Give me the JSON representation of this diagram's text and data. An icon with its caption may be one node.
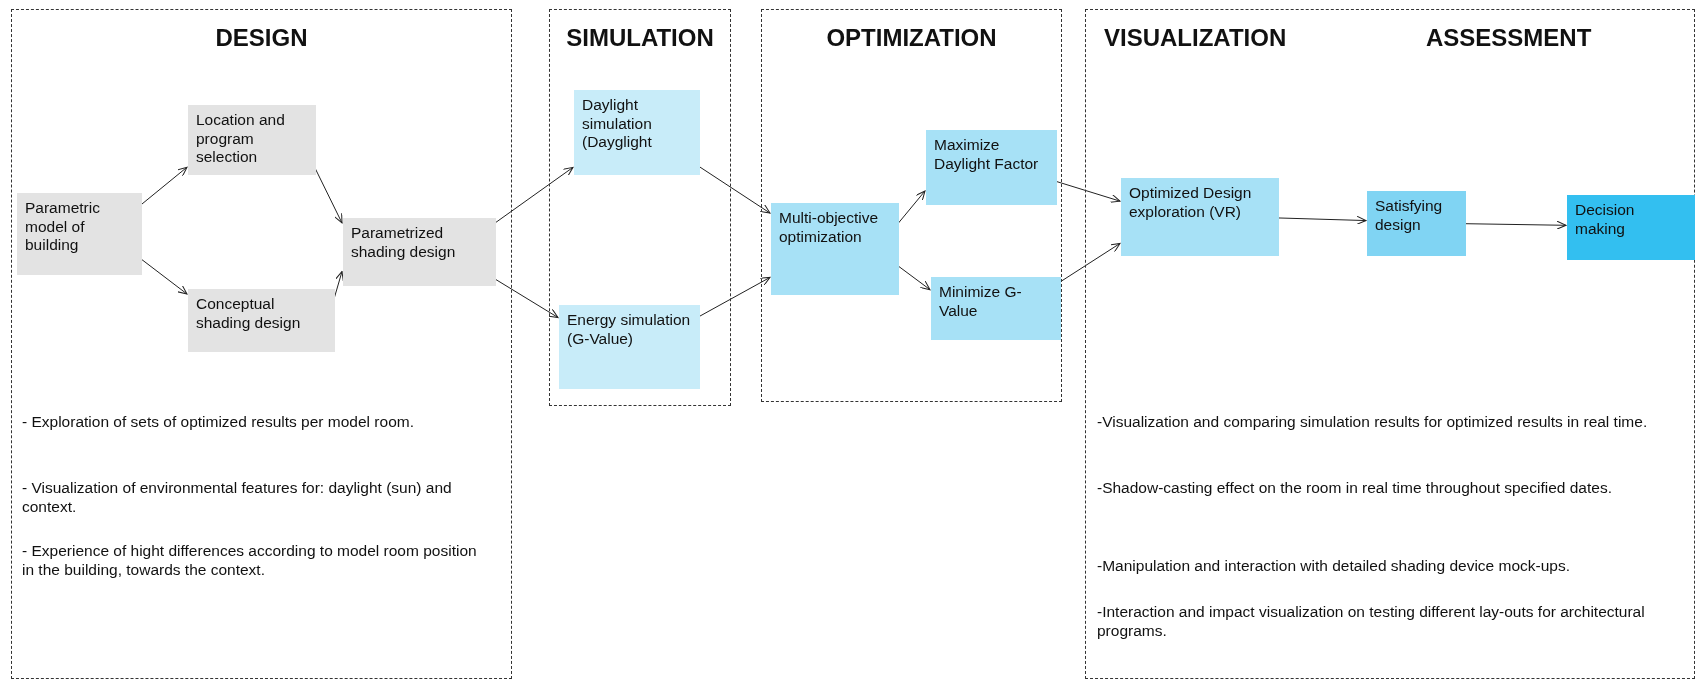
{
  "diagram": {
    "nodes": [
      {
        "text": [
          "DESIGN"
        ]
      },
      {
        "text": [
          "Parametric model of building"
        ],
        "in": 0
      },
      {
        "text": [
          "Location and program selection"
        ],
        "in": 0
      },
      {
        "text": [
          "Conceptual shading design"
        ],
        "in": 0
      },
      {
        "text": [
          "Parametrized shading design"
        ],
        "in": 0
      },
      {
        "text": [
          "SIMULATION"
        ]
      },
      {
        "text": [
          "Daylight simulation (Dayglight"
        ],
        "in": 5
      },
      {
        "text": [
          "Energy simulation (G-Value)"
        ],
        "in": 5
      },
      {
        "text": [
          "OPTIMIZATION"
        ]
      },
      {
        "text": [
          "Multi-objective optimization"
        ],
        "in": 8
      },
      {
        "text": [
          "Maximize Daylight Factor"
        ],
        "in": 8
      },
      {
        "text": [
          "Minimize G-Value"
        ],
        "in": 8
      },
      {
        "text": [
          "VISUALIZATION",
          "ASSESSMENT"
        ]
      },
      {
        "text": [
          "Optimized Design exploration (VR)"
        ],
        "in": 12
      },
      {
        "text": [
          "Satisfying design"
        ],
        "in": 12
      },
      {
        "text": [
          "Decision making"
        ],
        "in": 12
      }
    ],
    "edges": [
      {
        "from": 1,
        "to": 2,
        "arrow": "to"
      },
      {
        "from": 1,
        "to": 3,
        "arrow": "to"
      },
      {
        "from": 2,
        "to": 4,
        "arrow": "to"
      },
      {
        "from": 3,
        "to": 4,
        "arrow": "to"
      },
      {
        "from": 4,
        "to": 6,
        "arrow": "to"
      },
      {
        "from": 4,
        "to": 7,
        "arrow": "to"
      },
      {
        "from": 6,
        "to": 9,
        "arrow": "to"
      },
      {
        "from": 7,
        "to": 9,
        "arrow": "to"
      },
      {
        "from": 9,
        "to": 10,
        "arrow": "to"
      },
      {
        "from": 9,
        "to": 11,
        "arrow": "to"
      },
      {
        "from": 10,
        "to": 13,
        "arrow": "to"
      },
      {
        "from": 11,
        "to": 13,
        "arrow": "to"
      },
      {
        "from": 13,
        "to": 14,
        "arrow": "to"
      },
      {
        "from": 14,
        "to": 15,
        "arrow": "to"
      }
    ],
    "labels": [
      "- Exploration of sets of optimized results per model room.",
      "- Visualization of environmental features for: daylight (sun) and context.",
      "- Experience of hight differences according to model room position in the building, towards the context.",
      "-Visualization and comparing simulation results for optimized results in real time.",
      "-Shadow-casting effect on the room in real time throughout specified dates.",
      "-Manipulation and interaction with detailed shading device mock-ups.",
      "-Interaction and impact visualization on testing different lay-outs for architectural programs."
    ]
  }
}
